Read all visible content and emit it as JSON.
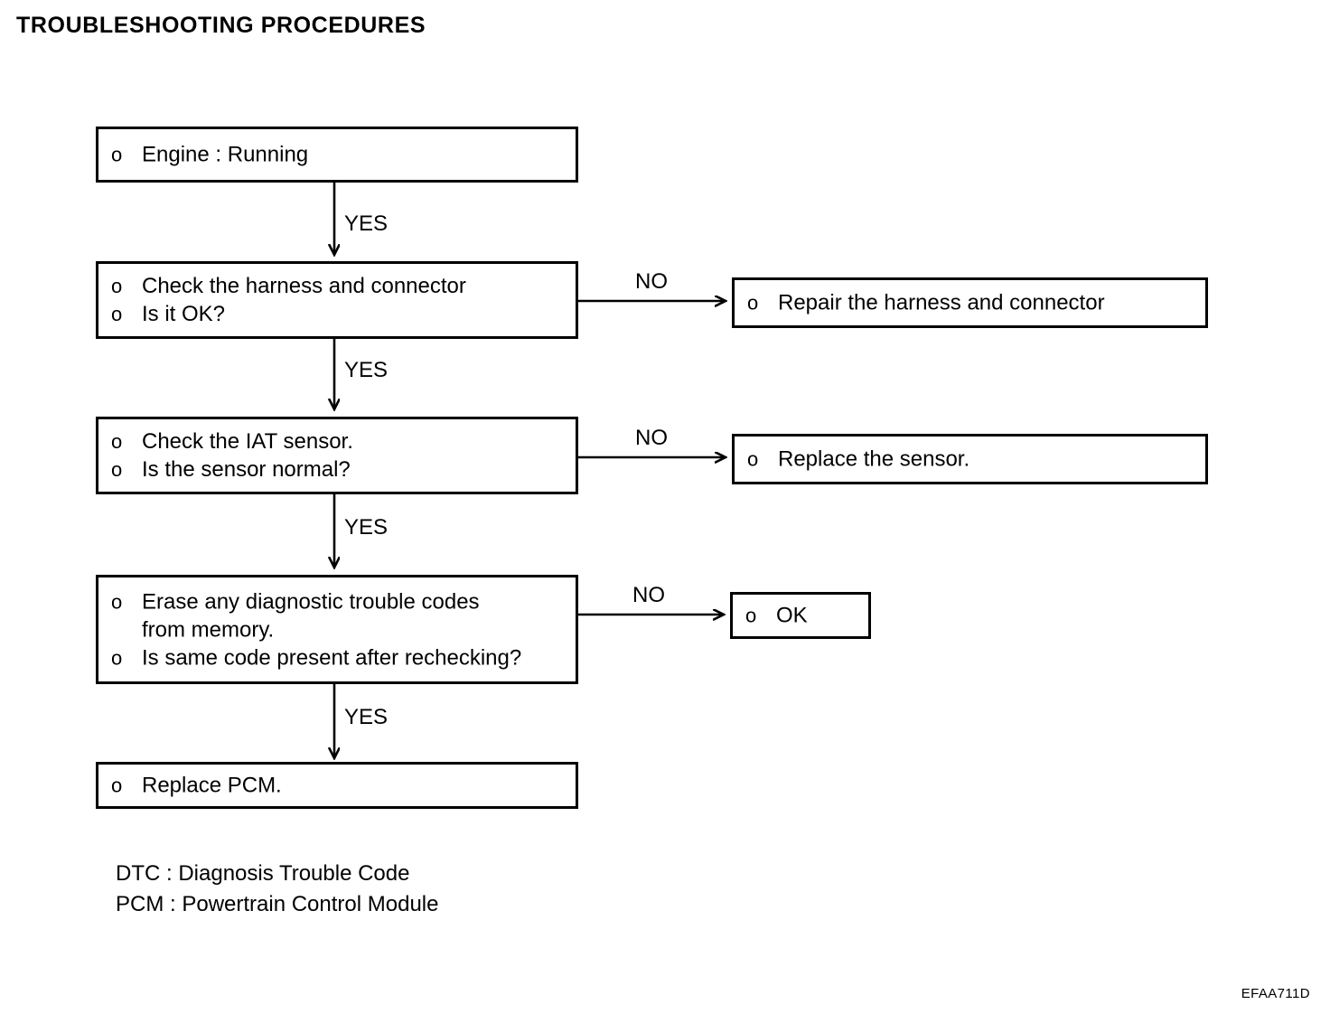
{
  "page": {
    "title": "TROUBLESHOOTING PROCEDURES",
    "footer_code": "EFAA711D",
    "ink_color": "#000000",
    "background_color": "#ffffff"
  },
  "flowchart": {
    "bullet_glyph": "o",
    "nodes": [
      {
        "id": "engine-running",
        "lines": [
          "Engine : Running"
        ]
      },
      {
        "id": "check-harness",
        "lines": [
          "Check the harness and connector",
          "Is it OK?"
        ]
      },
      {
        "id": "repair-harness",
        "lines": [
          "Repair the harness and connector"
        ]
      },
      {
        "id": "check-iat-sensor",
        "lines": [
          "Check the IAT sensor.",
          "Is the sensor normal?"
        ]
      },
      {
        "id": "replace-sensor",
        "lines": [
          "Replace the sensor."
        ]
      },
      {
        "id": "erase-dtc",
        "lines": [
          "Erase any diagnostic trouble codes",
          "from memory.",
          "Is same code present after rechecking?"
        ]
      },
      {
        "id": "ok",
        "lines": [
          "OK"
        ]
      },
      {
        "id": "replace-pcm",
        "lines": [
          "Replace PCM."
        ]
      }
    ],
    "edge_labels": {
      "yes_1": "YES",
      "yes_2": "YES",
      "yes_3": "YES",
      "yes_4": "YES",
      "no_1": "NO",
      "no_2": "NO",
      "no_3": "NO"
    }
  },
  "legend": {
    "line_1": "DTC : Diagnosis Trouble Code",
    "line_2": "PCM : Powertrain Control Module"
  }
}
